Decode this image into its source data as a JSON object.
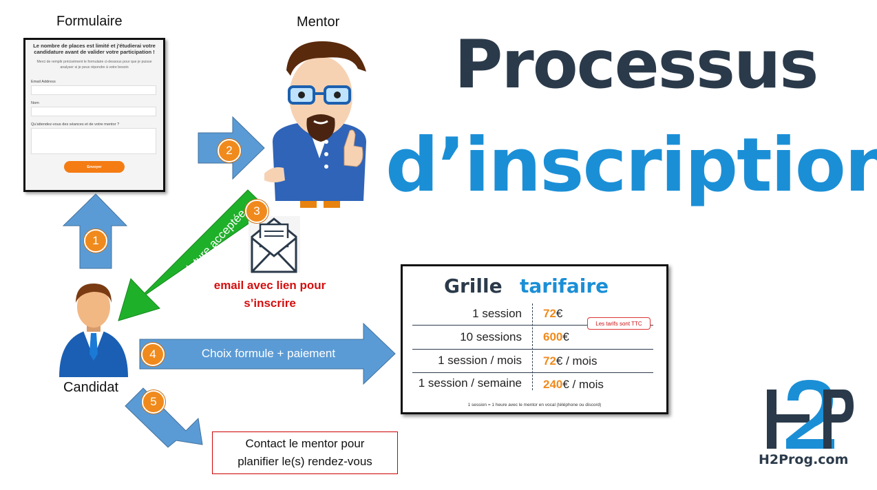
{
  "title": {
    "line1": "Processus",
    "line2": "d’inscription"
  },
  "labels": {
    "form": "Formulaire",
    "mentor": "Mentor",
    "candidate": "Candidat"
  },
  "form": {
    "heading": "Le nombre de places est limité et j'étudierai votre candidature avant de valider votre participation !",
    "subtext": "Merci de remplir précisément le formulaire ci-dessous pour que je puisse analyser si je peux répondre à votre besoin",
    "field_email": "Email Address",
    "field_name": "Nom",
    "field_expect": "Qu'attendez-vous des séances et de votre mentor ?",
    "submit": "Envoyer"
  },
  "steps": {
    "s1": "1",
    "s2": "2",
    "s3": "3",
    "s4": "4",
    "s5": "5",
    "arrow3_text": "Si candidature acceptée",
    "arrow4_text": "Choix formule + paiement"
  },
  "email": {
    "line1": "email avec lien pour",
    "line2": "s’inscrire"
  },
  "contact": {
    "line1": "Contact le mentor pour",
    "line2": "planifier le(s) rendez-vous"
  },
  "pricing": {
    "title1": "Grille",
    "title2": "tarifaire",
    "rows": [
      {
        "label": "1 session",
        "price": "72",
        "suffix": "€"
      },
      {
        "label": "10 sessions",
        "price": "600",
        "suffix": "€"
      },
      {
        "label": "1 session / mois",
        "price": "72",
        "suffix": "€ / mois"
      },
      {
        "label": "1 session / semaine",
        "price": "240",
        "suffix": "€ / mois"
      }
    ],
    "ttc_note": "Les tarifs sont TTC",
    "footnote": "1 session = 1 heure avec le mentor en vocal (téléphone ou discord)"
  },
  "logo": {
    "mark": "H2P",
    "word": "H2Prog.com"
  },
  "colors": {
    "arrow_blue": "#5b9bd5",
    "arrow_green": "#1fb02a",
    "badge": "#f08a1c",
    "title_dark": "#2b3a4a",
    "title_blue": "#1b8fd6"
  }
}
